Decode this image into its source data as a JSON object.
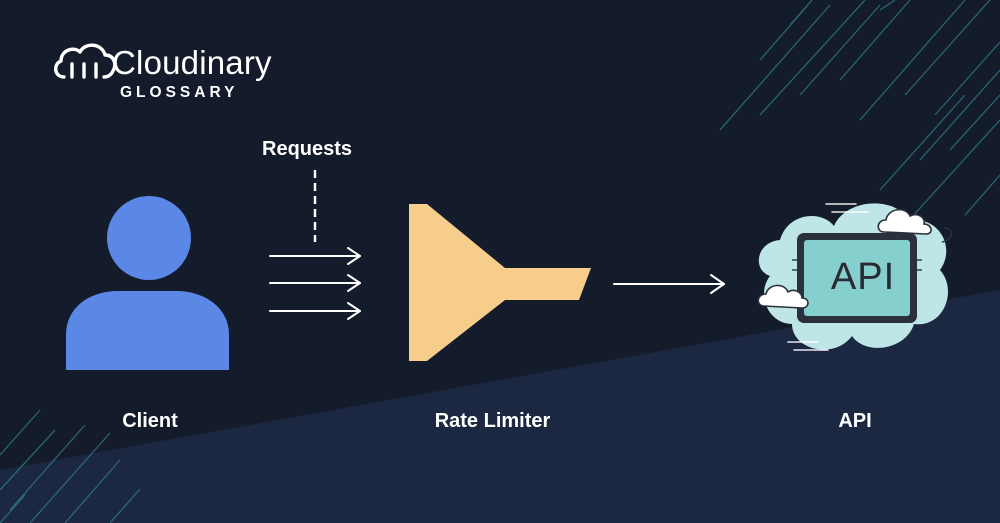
{
  "brand": {
    "name": "Cloudinary",
    "subtitle": "GLOSSARY",
    "logo_icon": "cloud-logo-icon"
  },
  "labels": {
    "requests": "Requests",
    "client": "Client",
    "rate_limiter": "Rate Limiter",
    "api": "API"
  },
  "api_icon_text": "API",
  "icons": {
    "client": "person-icon",
    "rate_limiter": "funnel-icon",
    "api": "api-cloud-icon",
    "request_arrow": "arrow-right-icon"
  },
  "colors": {
    "background": "#141b2b",
    "lower_band": "#1c2741",
    "accent_stripes": "#3a8a96",
    "client": "#5b87e6",
    "rate_limiter": "#f7cd8c",
    "api_cloud": "#bfe6e6",
    "api_screen": "#86cfcf",
    "text": "#ffffff"
  }
}
